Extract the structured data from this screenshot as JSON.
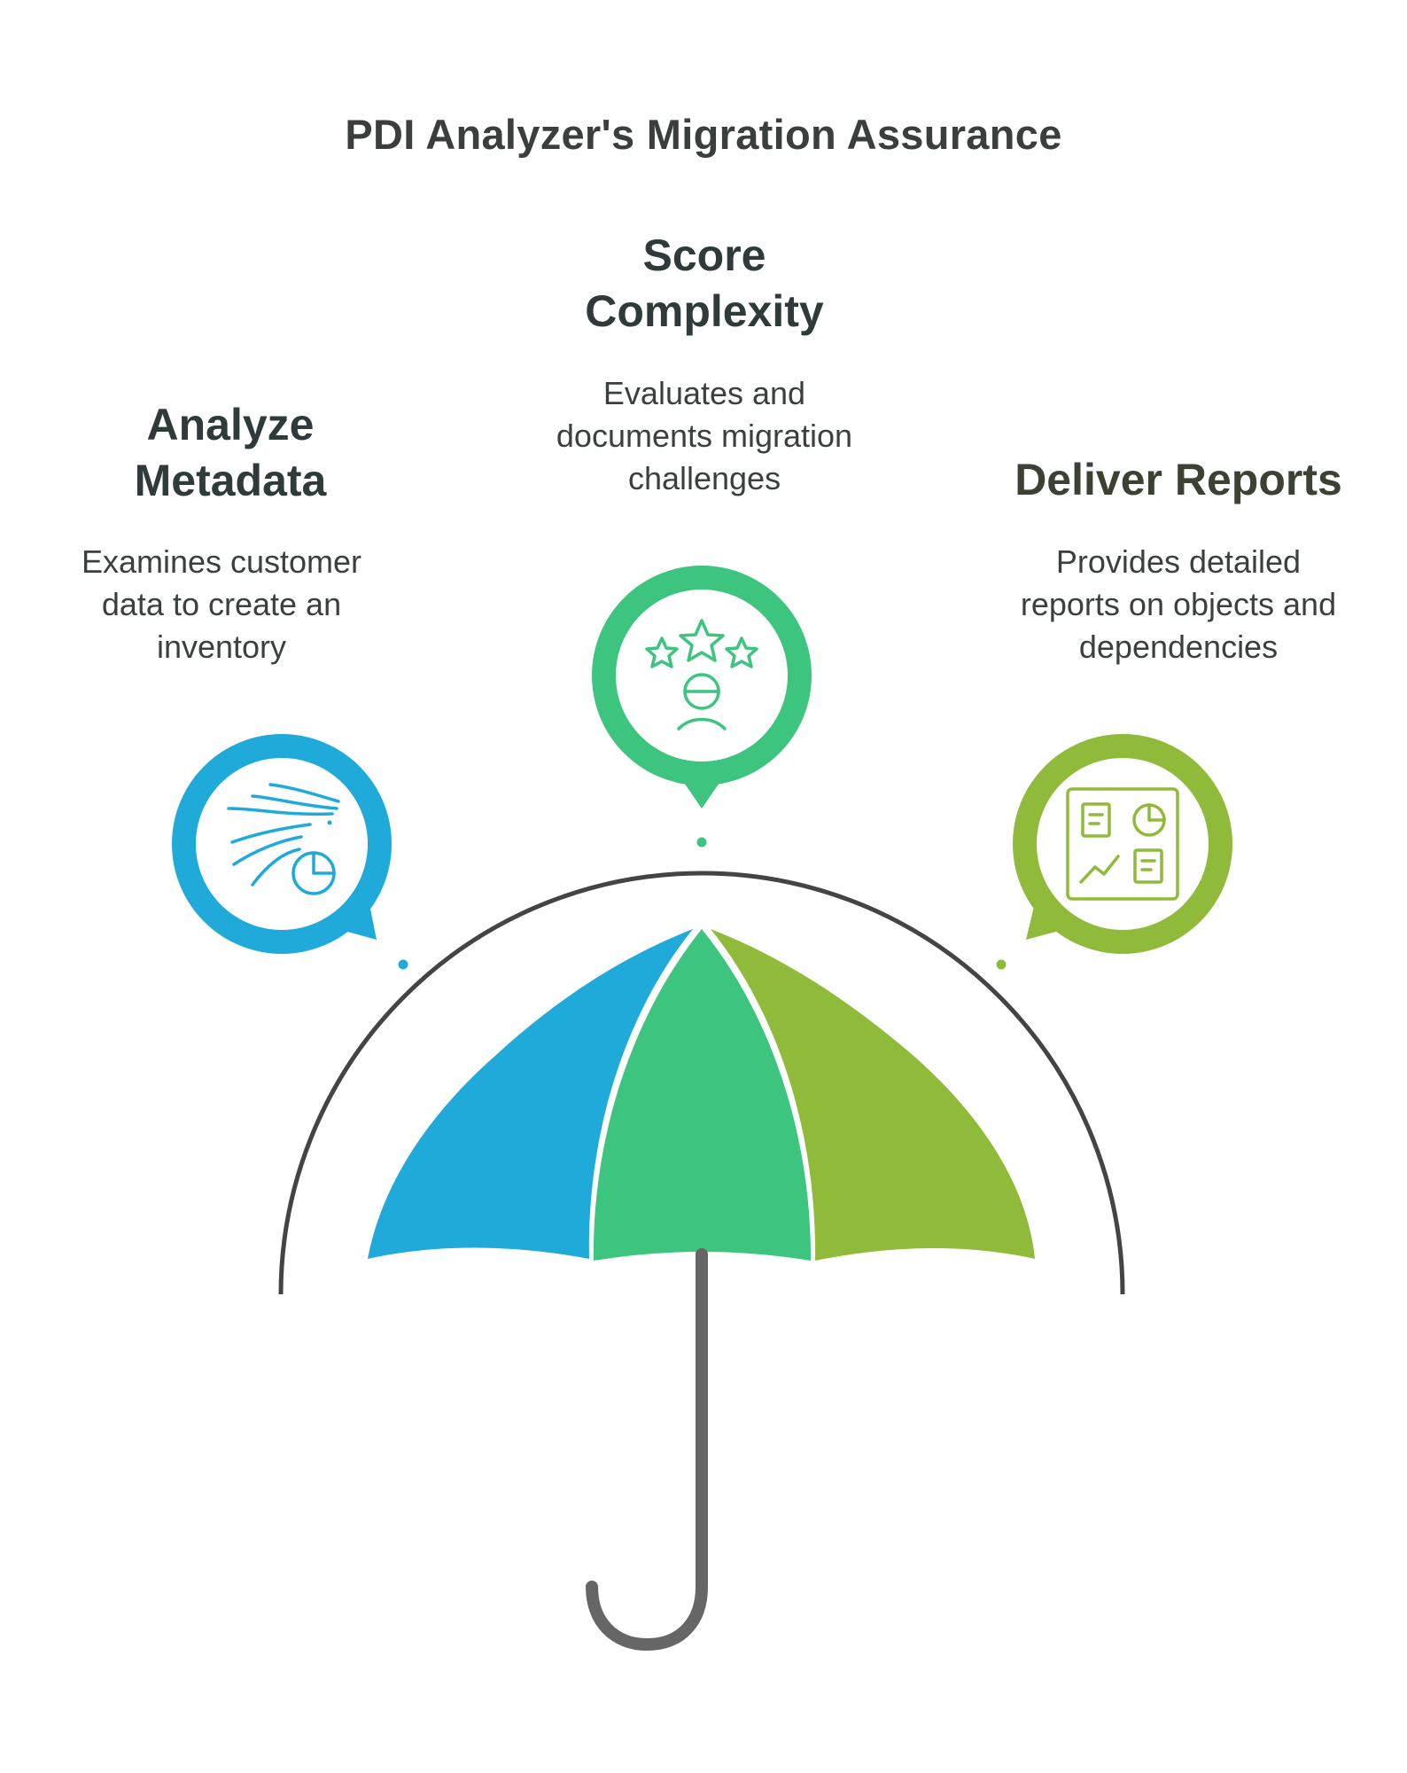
{
  "title": "PDI Analyzer's Migration Assurance",
  "steps": [
    {
      "heading": "Analyze Metadata",
      "description": "Examines customer data to create an inventory",
      "color": "#1faad9",
      "icon": "data-flow-pie-chart-icon"
    },
    {
      "heading": "Score Complexity",
      "description": "Evaluates and documents migration challenges",
      "color": "#3dc47e",
      "icon": "star-rating-person-icon"
    },
    {
      "heading": "Deliver Reports",
      "description": "Provides detailed reports on objects and dependencies",
      "color": "#90bb3a",
      "icon": "report-dashboard-icon"
    }
  ],
  "colors": {
    "arc": "#444444",
    "handle": "#666666",
    "text": "#2f3b3a"
  }
}
